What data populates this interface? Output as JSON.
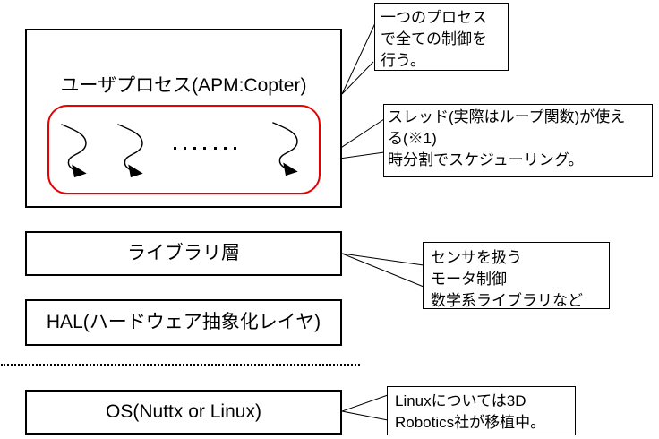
{
  "layers": [
    {
      "id": "user-process",
      "label": "ユーザプロセス(APM:Copter)"
    },
    {
      "id": "library",
      "label": "ライブラリ層"
    },
    {
      "id": "hal",
      "label": "HAL(ハードウェア抽象化レイヤ)"
    },
    {
      "id": "os",
      "label": "OS(Nuttx or Linux)"
    }
  ],
  "callouts": [
    {
      "id": "callout-single-process",
      "lines": [
        "一つのプロセス",
        "で全ての制御を",
        "行う。"
      ]
    },
    {
      "id": "callout-threads",
      "lines": [
        "スレッド(実際はループ関数)が使え",
        "る(※1)",
        "時分割でスケジューリング。"
      ]
    },
    {
      "id": "callout-library-contents",
      "lines": [
        "センサを扱う",
        "モータ制御",
        "数学系ライブラリなど"
      ]
    },
    {
      "id": "callout-os-porting",
      "lines": [
        "Linuxについては3D",
        "Robotics社が移植中。"
      ]
    }
  ],
  "icons": {
    "thread_squiggle": "squiggle-arrow-icon",
    "thread_ellipsis": "thread-ellipsis-dots"
  },
  "colors": {
    "thread_group_border": "#e60000",
    "line": "#000000",
    "background": "#ffffff"
  }
}
